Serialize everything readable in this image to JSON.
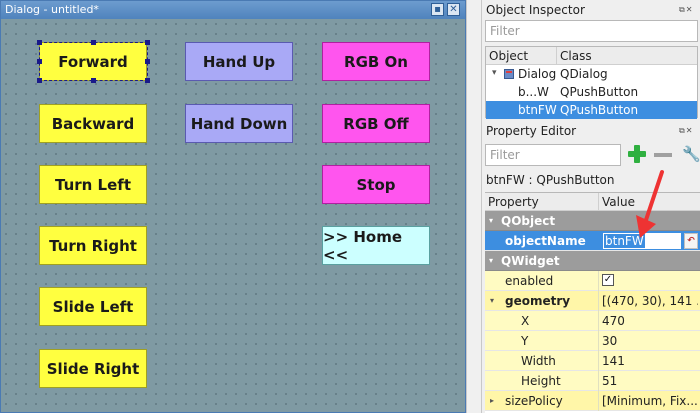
{
  "dialog": {
    "title": "Dialog - untitled*",
    "buttons": [
      {
        "id": "forward",
        "label": "Forward",
        "color": "yellow"
      },
      {
        "id": "backward",
        "label": "Backward",
        "color": "yellow"
      },
      {
        "id": "turn-left",
        "label": "Turn Left",
        "color": "yellow"
      },
      {
        "id": "turn-right",
        "label": "Turn Right",
        "color": "yellow"
      },
      {
        "id": "slide-left",
        "label": "Slide Left",
        "color": "yellow"
      },
      {
        "id": "slide-right",
        "label": "Slide Right",
        "color": "yellow"
      },
      {
        "id": "hand-up",
        "label": "Hand Up",
        "color": "lavender"
      },
      {
        "id": "hand-down",
        "label": "Hand Down",
        "color": "lavender"
      },
      {
        "id": "rgb-on",
        "label": "RGB On",
        "color": "magenta"
      },
      {
        "id": "rgb-off",
        "label": "RGB Off",
        "color": "magenta"
      },
      {
        "id": "stop",
        "label": "Stop",
        "color": "magenta"
      },
      {
        "id": "home",
        "label": ">> Home <<",
        "color": "cyan"
      }
    ]
  },
  "object_inspector": {
    "title": "Object Inspector",
    "filter_placeholder": "Filter",
    "columns": {
      "object": "Object",
      "class": "Class"
    },
    "rows": [
      {
        "object": "Dialog",
        "class": "QDialog"
      },
      {
        "object": "b...W",
        "class": "QPushButton"
      },
      {
        "object": "btnFW",
        "class": "QPushButton"
      }
    ]
  },
  "property_editor": {
    "title": "Property Editor",
    "filter_placeholder": "Filter",
    "class_label": "btnFW : QPushButton",
    "columns": {
      "property": "Property",
      "value": "Value"
    },
    "groups": {
      "qobject": "QObject",
      "qwidget": "QWidget"
    },
    "props": {
      "object_name": {
        "name": "objectName",
        "value": "btnFW"
      },
      "enabled": {
        "name": "enabled",
        "value": "✓"
      },
      "geometry": {
        "name": "geometry",
        "value": "[(470, 30), 141 ..."
      },
      "x": {
        "name": "X",
        "value": "470"
      },
      "y": {
        "name": "Y",
        "value": "30"
      },
      "width": {
        "name": "Width",
        "value": "141"
      },
      "height": {
        "name": "Height",
        "value": "51"
      },
      "size_policy": {
        "name": "sizePolicy",
        "value": "[Minimum, Fix..."
      }
    }
  },
  "colors": {
    "yellow": "#ffff40",
    "lavender": "#a9a9f6",
    "magenta": "#ff55ee",
    "cyan": "#ccffff",
    "selection": "#3d8ee0",
    "annotation": "#ee3333"
  }
}
